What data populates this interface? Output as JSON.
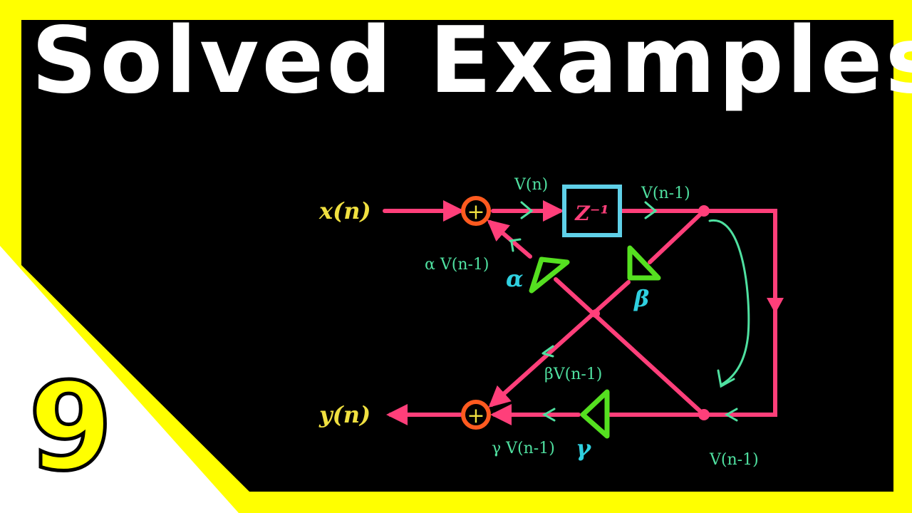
{
  "title": "Solved Examples - I",
  "episode_number": "9",
  "colors": {
    "frame": "#ffff00",
    "background": "#000000",
    "title": "#ffffff",
    "wire": "#ff3f7a",
    "adder": "#ff5a1f",
    "delay_box": "#5fd0e8",
    "multiplier": "#55e020",
    "annotation": "#4fe0a0",
    "signal_label": "#f0e040"
  },
  "diagram": {
    "input_label": "x(n)",
    "output_label": "y(n)",
    "adder_symbol": "+",
    "delay_label": "Z⁻¹",
    "gains": {
      "alpha": "α",
      "beta": "β",
      "gamma": "γ"
    },
    "annotations": {
      "v_n": "V(n)",
      "v_n_minus_1_top": "V(n-1)",
      "alpha_v": "α V(n-1)",
      "beta_v": "βV(n-1)",
      "gamma_v": "γ V(n-1)",
      "v_n_minus_1_bottom": "V(n-1)"
    }
  }
}
